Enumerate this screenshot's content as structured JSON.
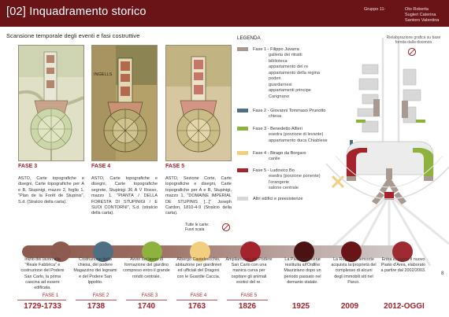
{
  "header": {
    "title": "[02] Inquadramento storico",
    "group": "Gruppo 11:",
    "names": [
      "Oto Roberta",
      "Sugleri Caterina",
      "Santoro Valentina"
    ]
  },
  "section_title": "Scansione temporale degli eventi e fasi costruttive",
  "maps": [
    {
      "label": "FASE 3",
      "caption": "ASTO, Carte topografiche e disegni, Carte topografiche per A e B, Stupinigi, mazzo 2, foglio 1. \"Plan de la Forêt de Stupinis\", S.d. (Stralcio della carta)."
    },
    {
      "label": "FASE 4",
      "map_text": "INGELLS",
      "caption": "ASTO, Carte topografiche e disegni, Carte topografiche segrete, Stupinigi 36 A V Rosso, mazzo 1. \"PIANTA / DELLA FORESTA DI STUPINIGI / E SUOI CONTORNI\", S.d. (stralcio della carta)."
    },
    {
      "label": "FASE 5",
      "caption": "ASTO, Sezione Corte, Carte topografiche e disegni, Carte topografiche per A e B, Stupinigi, mazzo 1, \"DOMAINE IMPERIAL DE STUPINIS [...]\" Joseph Cardon, 1810-4-9 (Stralcio della carta)."
    }
  ],
  "legend": {
    "title": "LEGENDA",
    "credit": "Rielaborazione grafica su base fornita dalla docenza",
    "items": [
      {
        "name": "Fase 1 - Filippo Juvarra",
        "color": "#a89a8f",
        "details": [
          "galleria dei ritratti",
          "biblioteca",
          "appartamento del re",
          "appartamento della regina",
          "poderi",
          "guardarnesi",
          "appartamenti principe",
          "Carignano"
        ]
      },
      {
        "name": "Fase 2 - Giovanni Tommaso Prunotto",
        "color": "#4f6f84",
        "details": [
          "chiesa"
        ]
      },
      {
        "name": "Fase 3 - Benedetto Alfieri",
        "color": "#8db23e",
        "details": [
          "esedra (porzione di levante)",
          "appartamento duca Chiablese"
        ]
      },
      {
        "name": "Fase 4 - Birago da Borgaro",
        "color": "#f2cf7e",
        "details": [
          "canile"
        ]
      },
      {
        "name": "Fase 5 - Ludovico Bo",
        "color": "#a4232c",
        "details": [
          "esedra (porzione ponente)",
          "l'orangerie",
          "salone centrale"
        ]
      },
      {
        "name": "Altri edifici e preesistenze",
        "color": "#d8d8d8",
        "details": []
      }
    ]
  },
  "note": [
    "Tutte le carte:",
    "Fuori scala"
  ],
  "timeline": [
    {
      "text": "Inizio dei lavori alla \"Reale Fabbrica\" e costruzione del Podere San Carlo, la prima cascina ad essere edificata.",
      "phase": "FASE 1",
      "year": "1729-1733",
      "color": "#8c5a4e"
    },
    {
      "text": "Costruzione della chiesa, del podere Magazzino dei legnami e del Podere San Ippolito.",
      "phase": "FASE 2",
      "year": "1738",
      "color": "#4f6f84"
    },
    {
      "text": "Avvio dei lavori di formazione del giardino compreso entro il grande rondò centrale.",
      "phase": "FASE 3",
      "year": "1740",
      "color": "#8db23e"
    },
    {
      "text": "Albergo Castelvecchio, abitazione per giardinieri ed ufficiali del Dragoni con le Guardie Caccia.",
      "phase": "FASE 4",
      "year": "1763",
      "color": "#f2cf7e"
    },
    {
      "text": "Ampliamento del Podere San Carlo con una manica curva per ospitare gli animali esotici del re.",
      "phase": "FASE 5",
      "year": "1826",
      "color": "#a4232c"
    },
    {
      "text": "La Palazzina viene restituita all'Ordine Mauriziano dopo un periodo passato nel demanio statale.",
      "phase": "",
      "year": "1925",
      "color": "#4a1212"
    },
    {
      "text": "La Regione Piemonte acquista la proprietà del complesso di alcuni degli immobili siti nel Parco.",
      "phase": "",
      "year": "2009",
      "color": "#6b1418"
    },
    {
      "text": "Entra in vigore il nuovo Piano d'Area, elaborato a partire dal 2002/2003.",
      "phase": "",
      "year": "2012-OGGI",
      "color": "#a02a32"
    }
  ],
  "page_number": "8"
}
